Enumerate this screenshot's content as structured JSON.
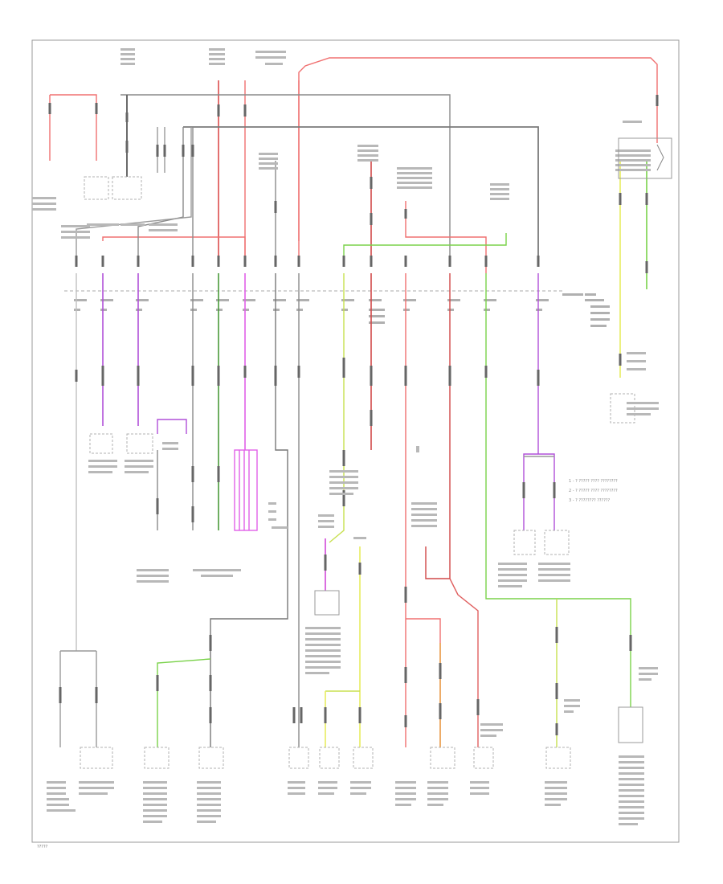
{
  "diagram": {
    "corner_mark": "?????",
    "legend": [
      "1 - ? ????? ???? ????????",
      "2 - ? ????? ???? ????????",
      "3 - ? ???????? ??????"
    ]
  },
  "colors": {
    "red": "#f07070",
    "dark_red": "#d04848",
    "gray": "#8a8a8a",
    "light_gray": "#c0c0c0",
    "green": "#7ad24a",
    "yellow": "#e8ec60",
    "purple": "#b050d8",
    "magenta": "#e060e8",
    "orange": "#e8a040",
    "connector": "#666666",
    "frame": "#999999"
  }
}
